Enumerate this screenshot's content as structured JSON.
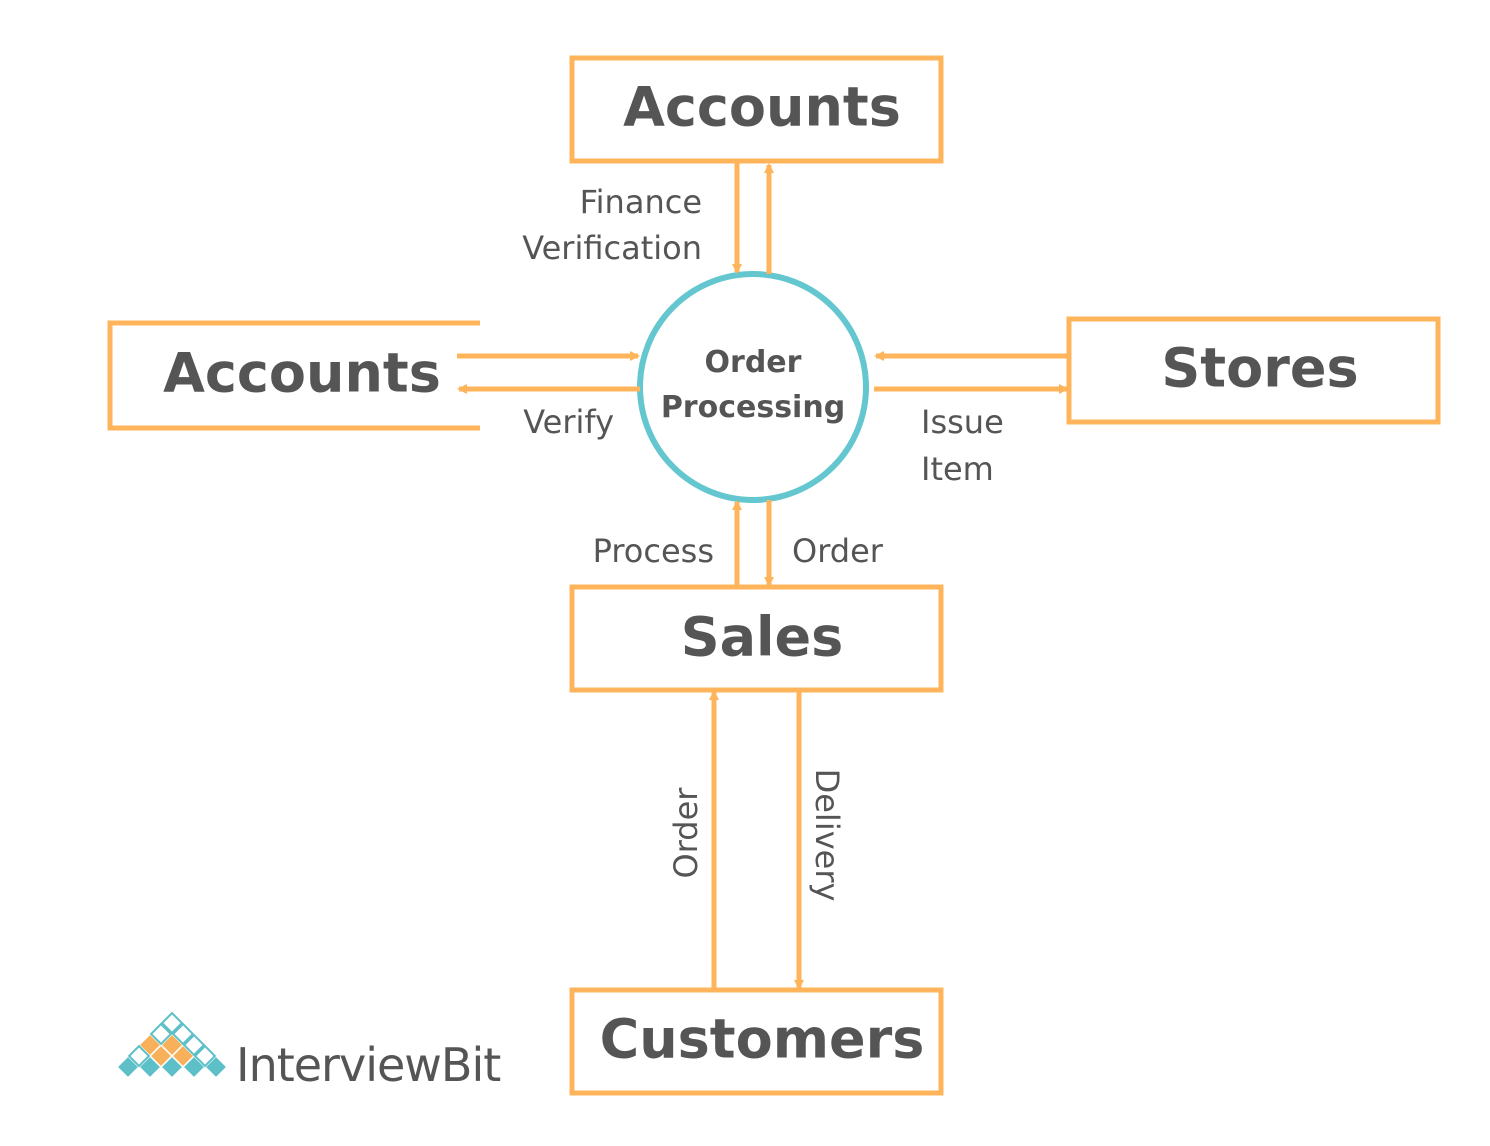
{
  "colors": {
    "entity_border": "#fdb45a",
    "arrow": "#fdb45a",
    "process_border": "#64c7d0",
    "text": "#555555",
    "logo_orange": "#f8b05a",
    "logo_teal": "#5dc0c8"
  },
  "entities": {
    "accounts_top": "Accounts",
    "accounts_left": "Accounts",
    "stores": "Stores",
    "sales": "Sales",
    "customers": "Customers"
  },
  "process": {
    "line1": "Order",
    "line2": "Processing"
  },
  "flows": {
    "finance_line1": "Finance",
    "finance_line2": "Verification",
    "verify": "Verify",
    "issue_line1": "Issue",
    "issue_line2": "Item",
    "process": "Process",
    "order_top": "Order",
    "order_vertical": "Order",
    "delivery_vertical": "Delivery"
  },
  "logo": {
    "name": "InterviewBit",
    "icon": "diamond-pyramid-logo-icon"
  }
}
